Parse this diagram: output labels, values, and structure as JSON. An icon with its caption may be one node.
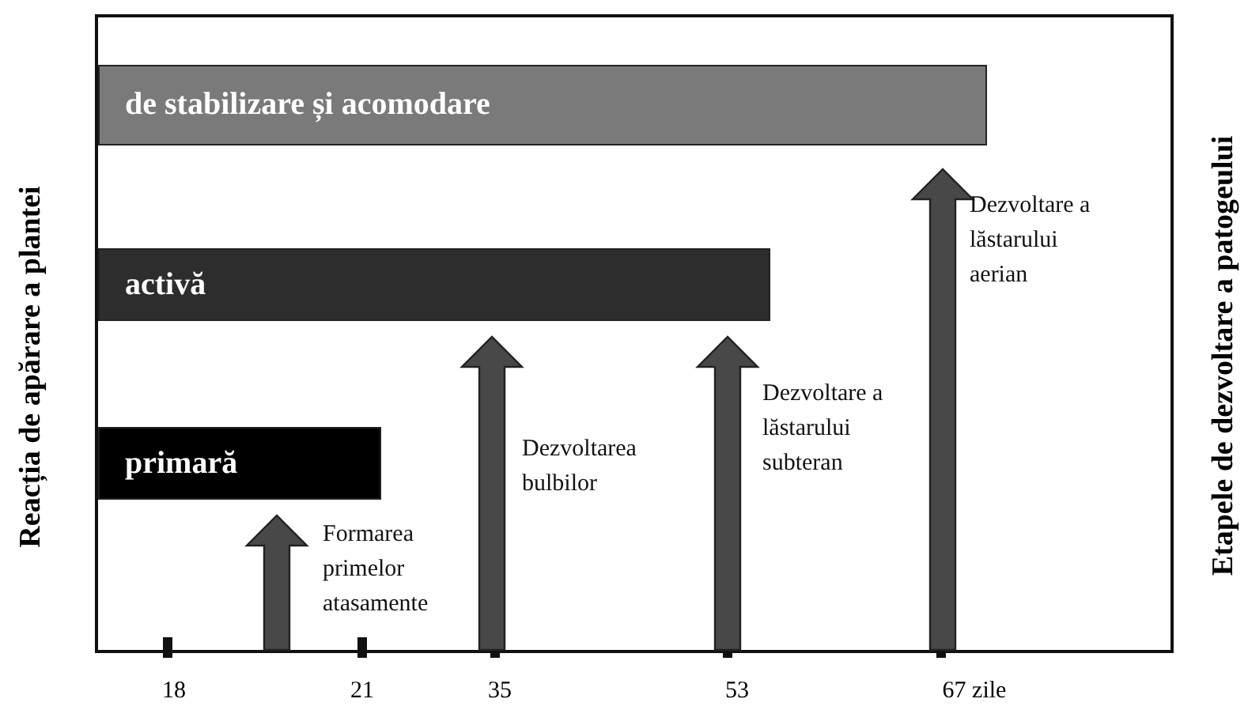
{
  "diagram": {
    "nodes": [
      {
        "text": [
          "de stabilizare și acomodare"
        ]
      },
      {
        "text": [
          "activă"
        ]
      },
      {
        "text": [
          "primară"
        ]
      }
    ],
    "labels": [
      "Reacția de apărare a plantei",
      "Etapele de dezvoltare a patogeului",
      "Dezvoltare a lăstarului aerian",
      "Dezvoltare a lăstarului subteran",
      "Dezvoltarea bulbilor",
      "Formarea primelor atasamente",
      "18",
      "21",
      "35",
      "53",
      "67 zile"
    ]
  }
}
